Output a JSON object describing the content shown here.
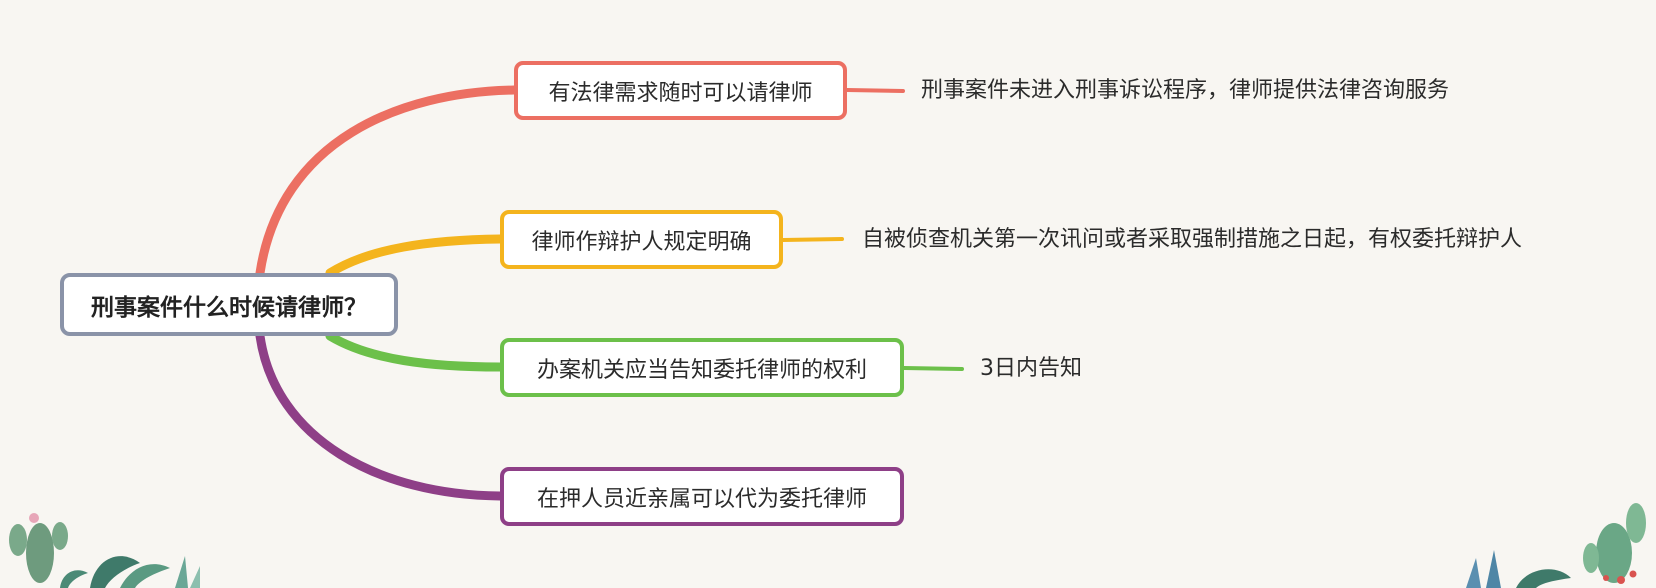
{
  "root": {
    "label": "刑事案件什么时候请律师？"
  },
  "branches": [
    {
      "label": "有法律需求随时可以请律师",
      "color": "#ec6f62",
      "detail": "刑事案件未进入刑事诉讼程序，律师提供法律咨询服务"
    },
    {
      "label": "律师作辩护人规定明确",
      "color": "#f4b41d",
      "detail": "自被侦查机关第一次讯问或者采取强制措施之日起，有权委托辩护人"
    },
    {
      "label": "办案机关应当告知委托律师的权利",
      "color": "#6cc04a",
      "detail": "3日内告知"
    },
    {
      "label": "在押人员近亲属可以代为委托律师",
      "color": "#8e3f87"
    }
  ],
  "root_border_color": "#8a93a8",
  "background_color": "#f8f6f2",
  "decorations": [
    "cactus-plant-illustration",
    "leafy-plant-illustration"
  ]
}
